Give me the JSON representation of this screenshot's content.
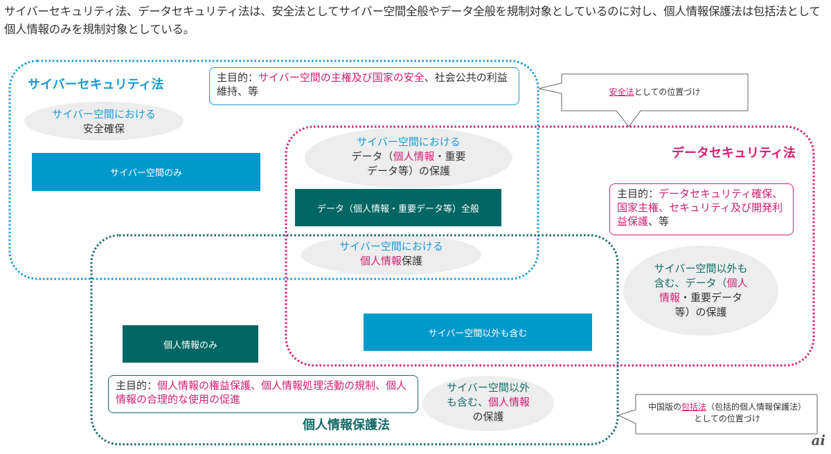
{
  "intro": {
    "text": "サイバーセキュリティ法、データセキュリティ法は、安全法としてサイバー空間全般やデータ全般を規制対象としているのに対し、個人情報保護法は包括法として個人情報のみを規制対象としている。"
  },
  "laws": {
    "cyber": {
      "title": "サイバーセキュリティ法",
      "color": "#1a9ad6",
      "purpose_label": "主目的：",
      "purpose_highlight": "サイバー空間の主権及び国家の安全",
      "purpose_rest": "、社会公共の利益維持、等",
      "cloud_line1": "サイバー空間における",
      "cloud_line2": "安全確保",
      "box_label": "サイバー空間のみ"
    },
    "data": {
      "title": "データセキュリティ法",
      "color": "#d01f72",
      "purpose_label": "主目的：",
      "purpose_highlight": "データセキュリティ確保、国家主権、セキュリティ及び開発利益保護",
      "purpose_rest": "、等",
      "cloud_cyber_line1": "サイバー空間における",
      "cloud_cyber_line2a": "データ（",
      "cloud_cyber_line2b": "個人情報",
      "cloud_cyber_line2c": "・重要",
      "cloud_cyber_line3": "データ等）の保護",
      "box_label": "データ（個人情報・重要データ等）全般",
      "cloud_outside_line1": "サイバー空間以外も",
      "cloud_outside_line2a": "含む、データ（",
      "cloud_outside_line2b": "個人",
      "cloud_outside_line3a": "情報",
      "cloud_outside_line3b": "・重要データ",
      "cloud_outside_line4": "等）の保護"
    },
    "pi": {
      "title": "個人情報保護法",
      "color": "#136b66",
      "purpose_label": "主目的：",
      "purpose_highlight": "個人情報の権益保護、個人情報処理活動の規制、個人情報の合理的な使用の促進",
      "cloud_cyber_line1": "サイバー空間における",
      "cloud_cyber_line2a": "個人情報",
      "cloud_cyber_line2b": "保護",
      "box_only_label": "個人情報のみ",
      "box_outside_label": "サイバー空間以外も含む",
      "cloud_outside_line1": "サイバー空間以外",
      "cloud_outside_line2a": "も含む、",
      "cloud_outside_line2b": "個人情報",
      "cloud_outside_line3": "の保護"
    }
  },
  "callouts": {
    "security_law": {
      "underlined": "安全法",
      "rest": "としての位置づけ"
    },
    "comprehensive_law": {
      "pre": "中国版の",
      "underlined": "包括法",
      "rest": "（包括的個人情報保護法）としての位置づけ"
    }
  },
  "logo": {
    "text": "ai"
  }
}
